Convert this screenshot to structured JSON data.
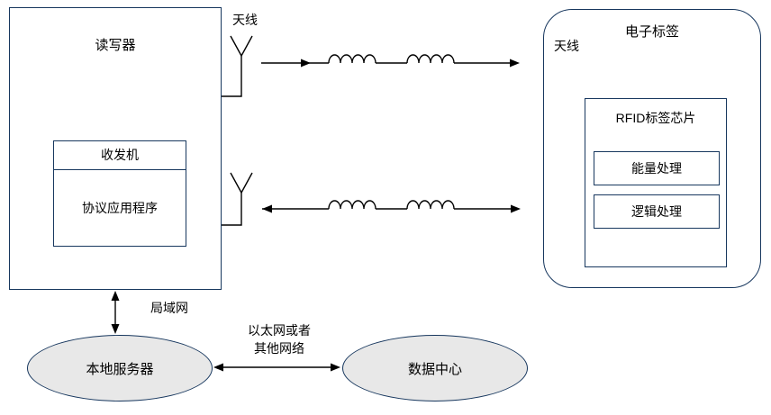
{
  "diagram": {
    "reader": {
      "title": "读写器",
      "antenna_label": "天线",
      "transceiver_label": "收发机",
      "protocol_label": "协议应用程序"
    },
    "tag": {
      "title": "电子标签",
      "antenna_label": "天线",
      "chip_title": "RFID标签芯片",
      "energy_label": "能量处理",
      "logic_label": "逻辑处理"
    },
    "network": {
      "lan_label": "局域网",
      "server_label": "本地服务器",
      "ethernet_line1": "以太网或者",
      "ethernet_line2": "其他网络",
      "datacenter_label": "数据中心"
    },
    "colors": {
      "box_border": "#17375E",
      "line": "#000000",
      "ellipse_fill": "#E8E8E8"
    }
  }
}
